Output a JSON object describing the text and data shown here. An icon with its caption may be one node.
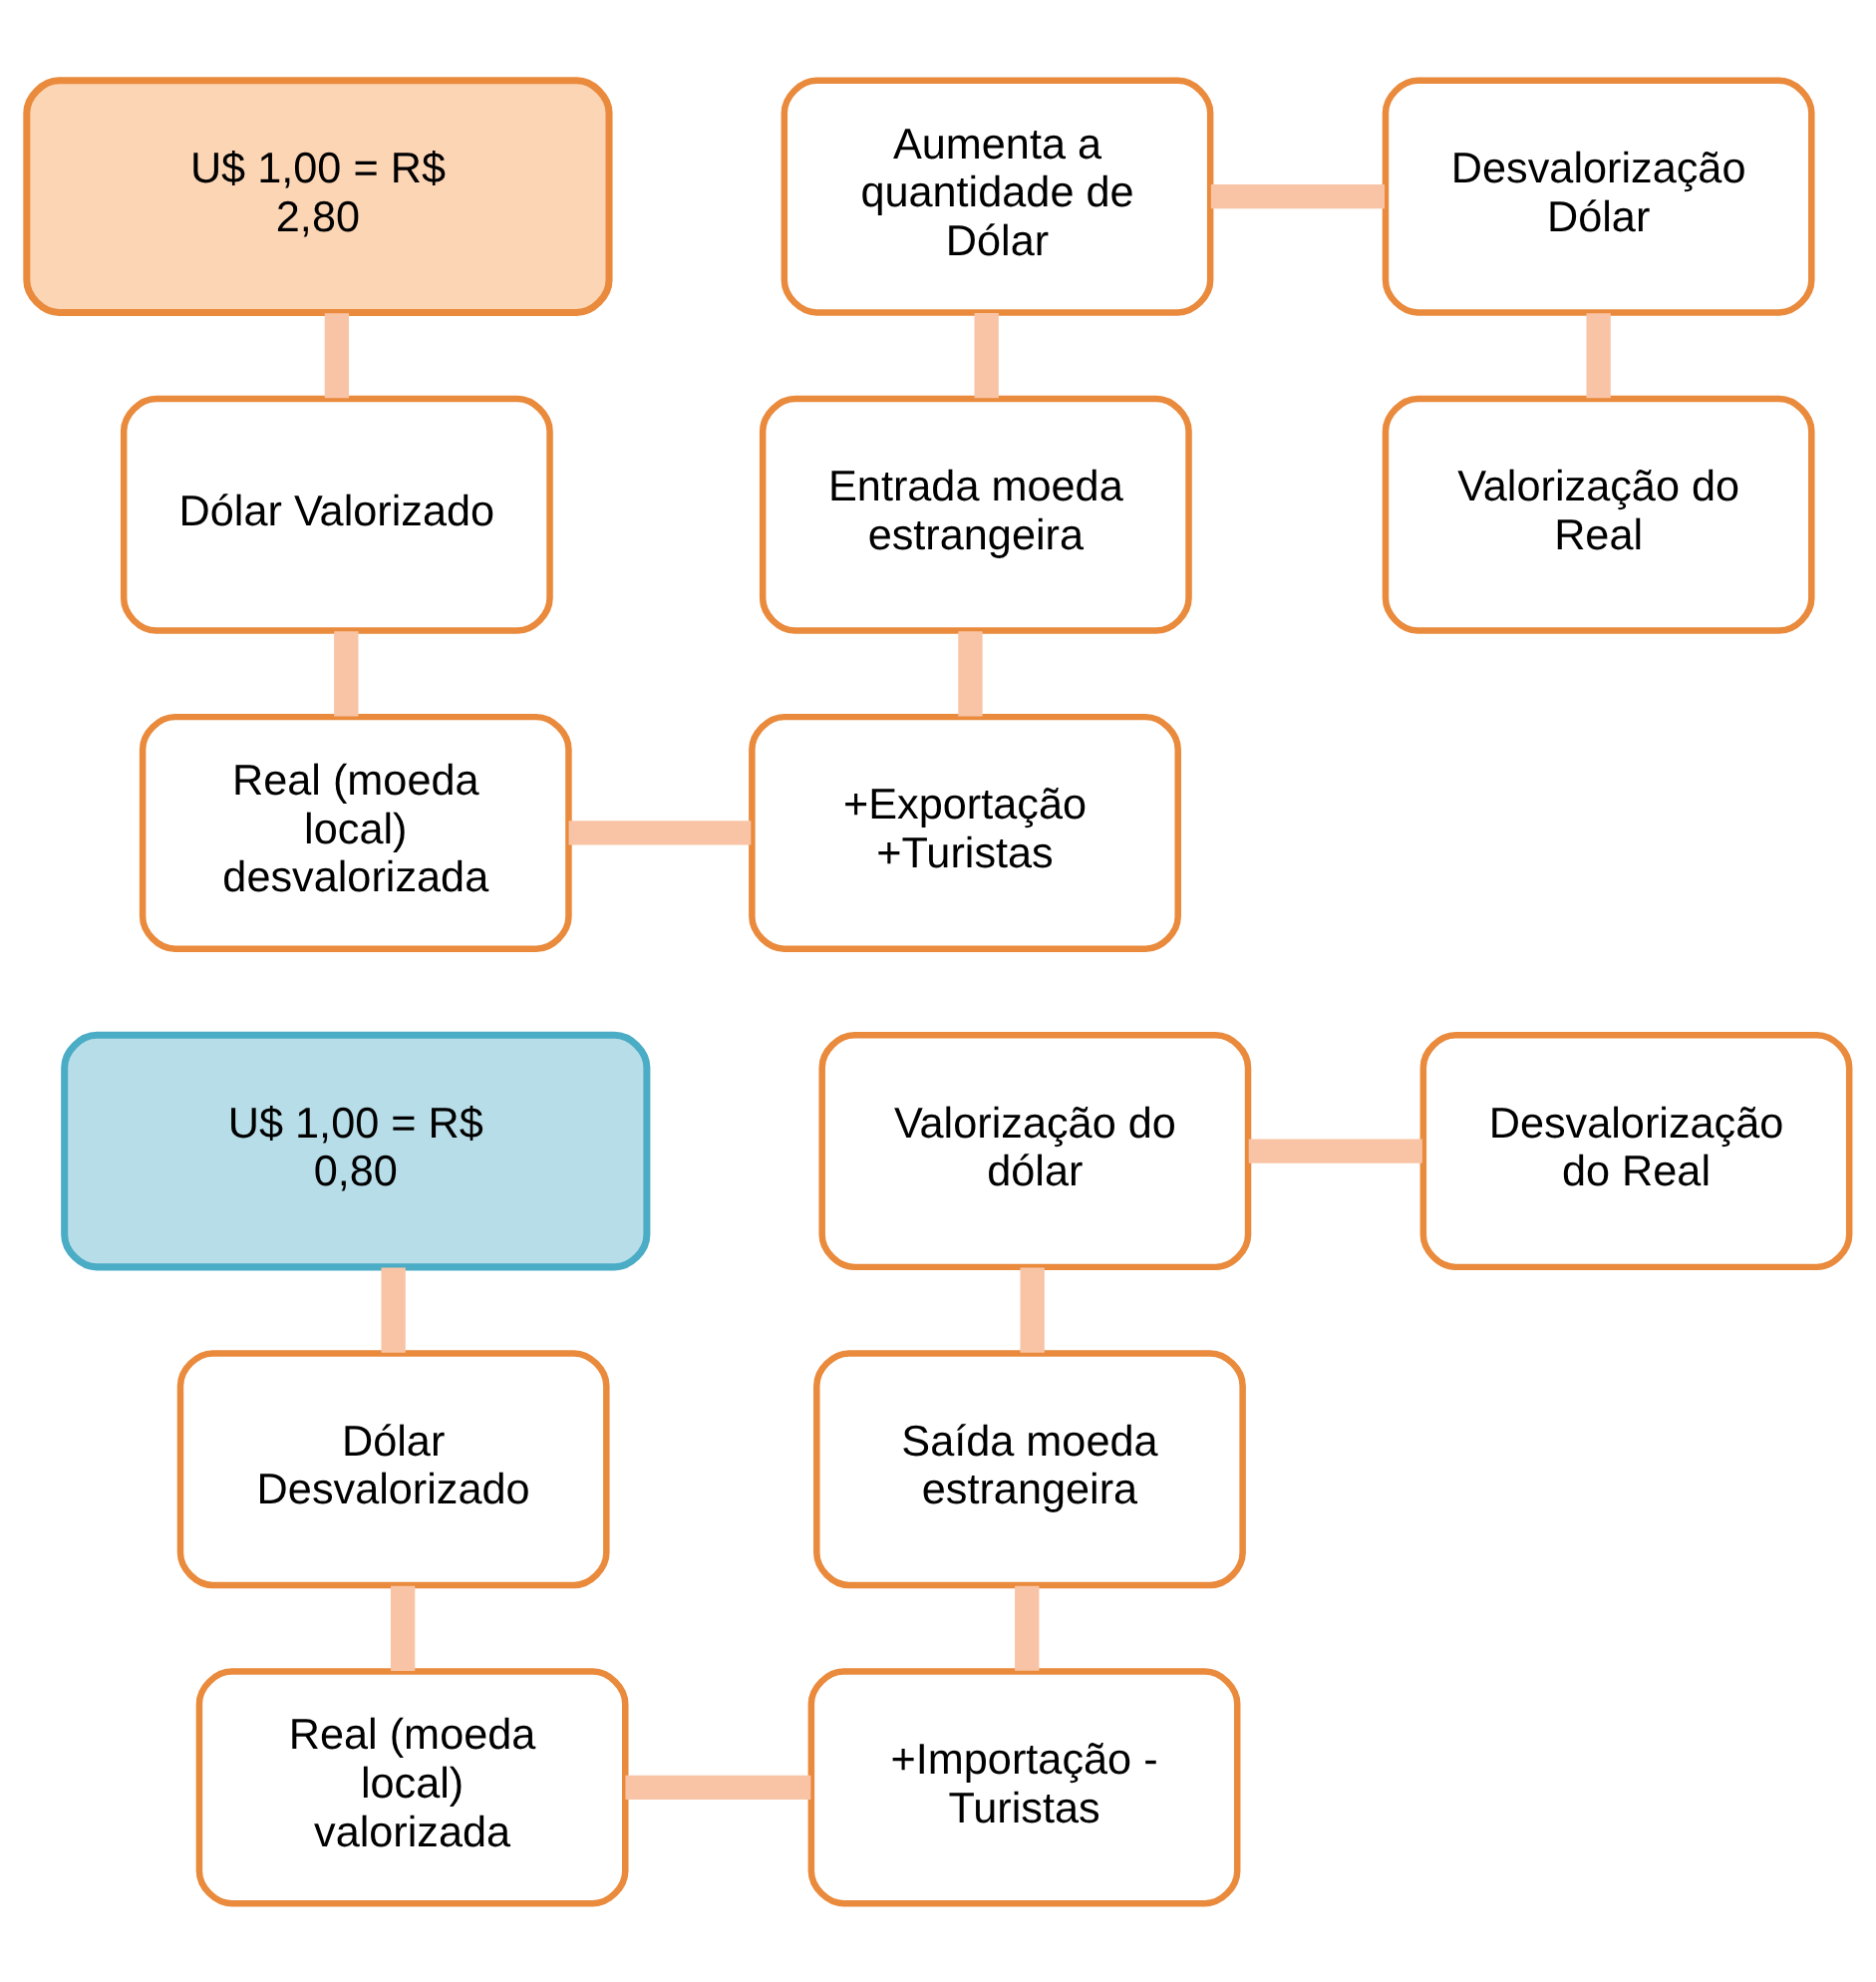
{
  "diagram": {
    "nodes": [
      {
        "text": [
          "U$ 1,00 = R$ 2,80"
        ]
      },
      {
        "text": [
          "Aumenta a quantidade de Dólar"
        ]
      },
      {
        "text": [
          "Desvalorização Dólar"
        ]
      },
      {
        "text": [
          "Dólar Valorizado"
        ]
      },
      {
        "text": [
          "Entrada moeda estrangeira"
        ]
      },
      {
        "text": [
          "Valorização do Real"
        ]
      },
      {
        "text": [
          "Real (moeda local) desvalorizada"
        ]
      },
      {
        "text": [
          "+Exportação +Turistas"
        ]
      },
      {
        "text": [
          "U$ 1,00 = R$ 0,80"
        ]
      },
      {
        "text": [
          "Valorização do dólar"
        ]
      },
      {
        "text": [
          "Desvalorização do Real"
        ]
      },
      {
        "text": [
          "Dólar Desvalorizado"
        ]
      },
      {
        "text": [
          "Saída moeda estrangeira"
        ]
      },
      {
        "text": [
          "Real (moeda local) valorizada"
        ]
      },
      {
        "text": [
          "+Importação - Turistas"
        ]
      }
    ],
    "edges": [
      {
        "from": 0,
        "to": 3,
        "arrow": "none"
      },
      {
        "from": 3,
        "to": 6,
        "arrow": "none"
      },
      {
        "from": 6,
        "to": 7,
        "arrow": "none"
      },
      {
        "from": 7,
        "to": 4,
        "arrow": "none"
      },
      {
        "from": 4,
        "to": 1,
        "arrow": "none"
      },
      {
        "from": 1,
        "to": 2,
        "arrow": "none"
      },
      {
        "from": 2,
        "to": 5,
        "arrow": "none"
      },
      {
        "from": 8,
        "to": 11,
        "arrow": "none"
      },
      {
        "from": 11,
        "to": 13,
        "arrow": "none"
      },
      {
        "from": 13,
        "to": 14,
        "arrow": "none"
      },
      {
        "from": 14,
        "to": 12,
        "arrow": "none"
      },
      {
        "from": 12,
        "to": 9,
        "arrow": "none"
      },
      {
        "from": 9,
        "to": 10,
        "arrow": "none"
      }
    ]
  }
}
